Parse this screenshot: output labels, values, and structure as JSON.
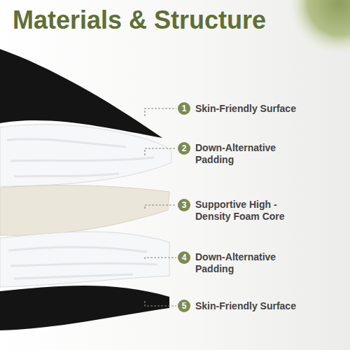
{
  "diagram": {
    "title": "Materials & Structure",
    "labels": [
      "1",
      "Skin-Friendly Surface",
      "2",
      "Down-Alternative Padding",
      "3",
      "Supportive High -Density Foam Core",
      "4",
      "Down-Alternative Padding",
      "5",
      "Skin-Friendly Surface"
    ]
  }
}
